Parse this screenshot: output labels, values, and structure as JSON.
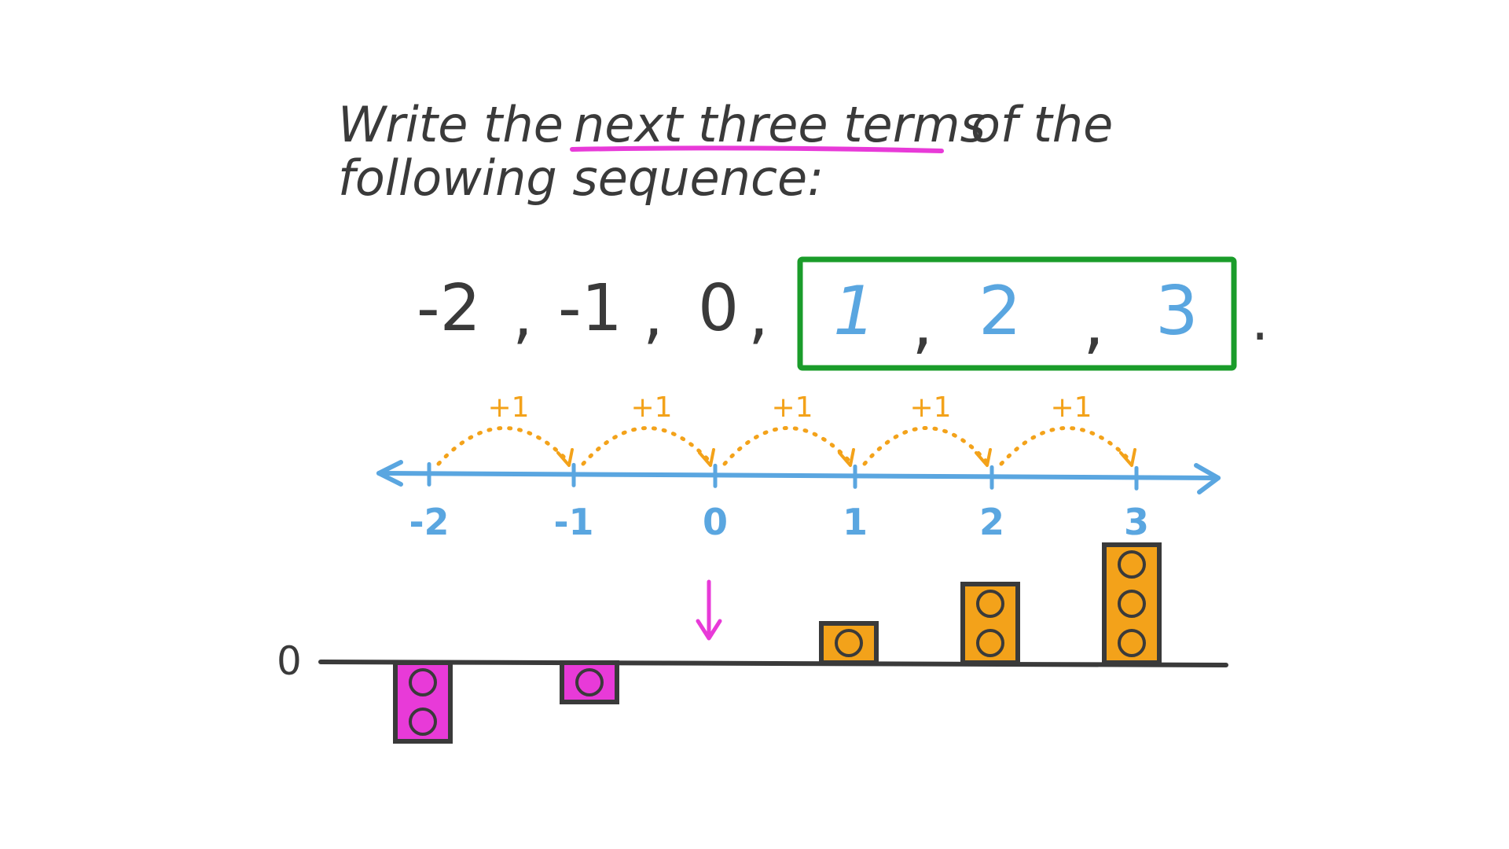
{
  "question": {
    "line1_before": "Write the",
    "line1_highlight": "next three terms",
    "line1_after": "of the",
    "line2": "following sequence:"
  },
  "sequence": {
    "given": [
      {
        "term": "-2",
        "sep": ","
      },
      {
        "term": "-1",
        "sep": ","
      },
      {
        "term": "0",
        "sep": ","
      }
    ],
    "answers": [
      {
        "term": "1",
        "sep": ","
      },
      {
        "term": "2",
        "sep": ","
      },
      {
        "term": "3",
        "sep": ""
      }
    ],
    "end_mark": "."
  },
  "number_line": {
    "tick_labels": [
      "-2",
      "-1",
      "0",
      "1",
      "2",
      "3"
    ],
    "jump_label": "+1",
    "jump_count": 5
  },
  "blocks": {
    "zero_label": "0",
    "values": [
      -2,
      -1,
      0,
      1,
      2,
      3
    ]
  },
  "colors": {
    "ink": "#3a3a3a",
    "highlight": "#e83ad8",
    "answer_box": "#1a9c2a",
    "answer_text": "#5aa6e0",
    "number_line": "#5aa6e0",
    "jump": "#f3a21a",
    "negative_block": "#e83ad8",
    "positive_block": "#f3a21a",
    "zero_arrow": "#e83ad8"
  }
}
